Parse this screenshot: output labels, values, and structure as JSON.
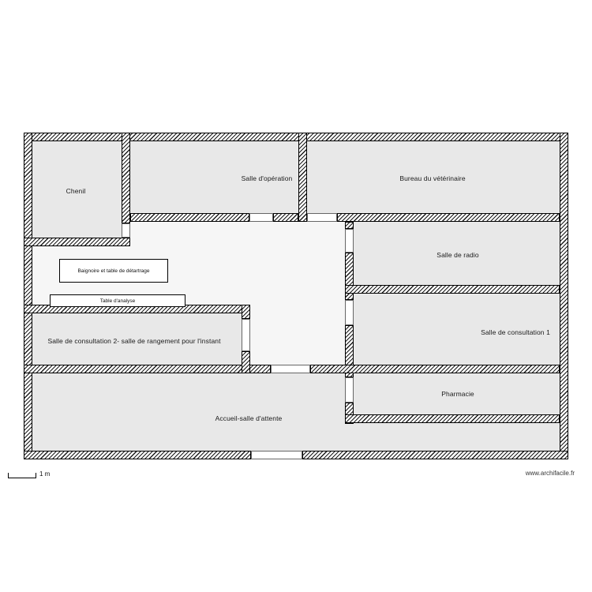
{
  "plan": {
    "rooms": [
      {
        "name": "chenil",
        "label": "Chenil"
      },
      {
        "name": "salle-operation",
        "label": "Salle d'opération"
      },
      {
        "name": "bureau-veterinaire",
        "label": "Bureau du vétérinaire"
      },
      {
        "name": "salle-radio",
        "label": "Salle de radio"
      },
      {
        "name": "salle-consultation-1",
        "label": "Salle de consultation 1"
      },
      {
        "name": "pharmacie",
        "label": "Pharmacie"
      },
      {
        "name": "salle-consultation-2",
        "label": "Salle de consultation 2- salle de rangement pour l'instant"
      },
      {
        "name": "accueil",
        "label": "Accueil-salle d'attente"
      }
    ],
    "furniture": [
      {
        "name": "baignoire",
        "label": "Baignoire et table de détartrage"
      },
      {
        "name": "table-analyse",
        "label": "Table d'analyse"
      }
    ],
    "colors": {
      "room_fill": "#e8e8e8",
      "floor_fill": "#f6f6f6",
      "wall_line": "#000000"
    }
  },
  "footer": {
    "scale_label": "1 m",
    "watermark": "www.archifacile.fr"
  }
}
